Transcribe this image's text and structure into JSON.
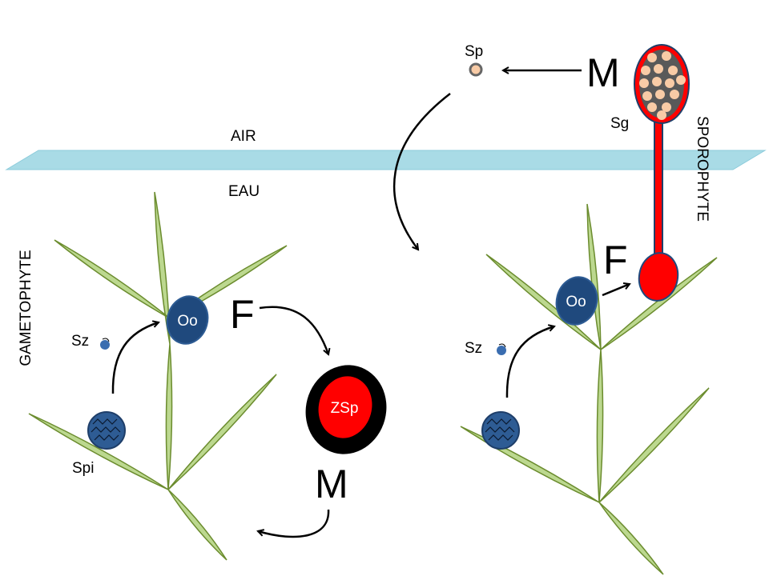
{
  "labels": {
    "air": "AIR",
    "water": "EAU",
    "gametophyte": "GAMETOPHYTE",
    "sporophyte": "SPOROPHYTE",
    "spore": "Sp",
    "meiosis_top": "M",
    "sporangium": "Sg",
    "fertilization_left": "F",
    "fertilization_right": "F",
    "meiosis_bottom": "M",
    "oogonium_left": "Oo",
    "oogonium_right": "Oo",
    "spermatozoid_left": "Sz",
    "spermatozoid_right": "Sz",
    "spermatangium": "Spi",
    "zygospore": "ZSp"
  },
  "colors": {
    "water": "#a9dbe6",
    "leaf_fill": "#bcd88f",
    "leaf_stroke": "#6b8c2e",
    "oogonium": "#1f497d",
    "zygote": "#ff0000",
    "spore": "#f8cba6"
  }
}
